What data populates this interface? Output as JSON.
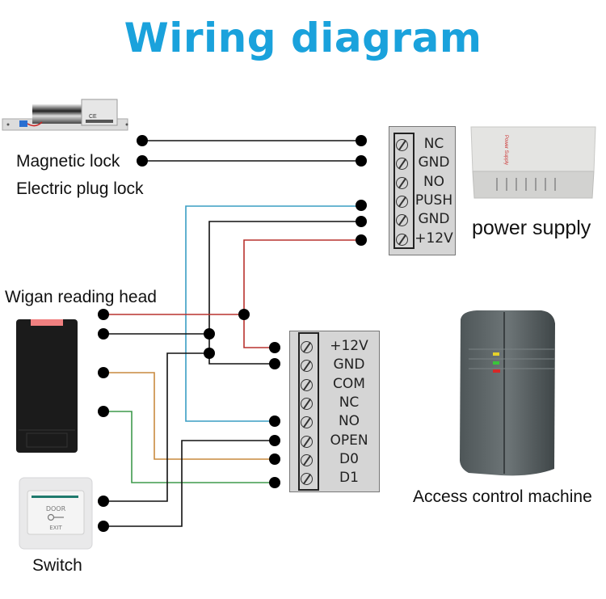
{
  "title": "Wiring diagram",
  "devices": {
    "lock": {
      "label_1": "Magnetic lock",
      "label_2": "Electric plug lock",
      "icon": "electric-bolt-lock"
    },
    "power_supply": {
      "label": "power supply",
      "icon": "power-supply-box",
      "device_text": "Power Supply"
    },
    "reader": {
      "label": "Wigan reading head",
      "icon": "card-reader"
    },
    "access_control": {
      "label": "Access control machine",
      "icon": "access-control-unit"
    },
    "switch": {
      "label": "Switch",
      "icon": "exit-button",
      "text_top": "DOOR",
      "text_bottom": "EXIT"
    }
  },
  "power_terminals": [
    "NC",
    "GND",
    "NO",
    "PUSH",
    "GND",
    "+12V"
  ],
  "controller_terminals": [
    "+12V",
    "GND",
    "COM",
    "NC",
    "NO",
    "OPEN",
    "D0",
    "D1"
  ],
  "wire_colors": {
    "black": "#111111",
    "red": "#b8322e",
    "blue": "#3a9ec4",
    "orange": "#c98a3f",
    "green": "#3f9a4c"
  },
  "connections": [
    {
      "from": "lock-1",
      "to": "power-NC",
      "color": "black"
    },
    {
      "from": "lock-2",
      "to": "power-GND",
      "color": "black"
    },
    {
      "from": "power-PUSH",
      "to": "controller-NO",
      "color": "blue"
    },
    {
      "from": "power-GND",
      "to": "controller-GND",
      "color": "black"
    },
    {
      "from": "power-+12V",
      "to": "controller-+12V",
      "color": "red"
    },
    {
      "from": "reader-red",
      "to": "power-+12V",
      "color": "red"
    },
    {
      "from": "reader-black",
      "to": "power-GND",
      "color": "black"
    },
    {
      "from": "reader-D0",
      "to": "controller-D0",
      "color": "orange"
    },
    {
      "from": "reader-D1",
      "to": "controller-D1",
      "color": "green"
    },
    {
      "from": "switch-1",
      "to": "controller-GND",
      "color": "black"
    },
    {
      "from": "switch-2",
      "to": "controller-OPEN",
      "color": "black"
    }
  ]
}
